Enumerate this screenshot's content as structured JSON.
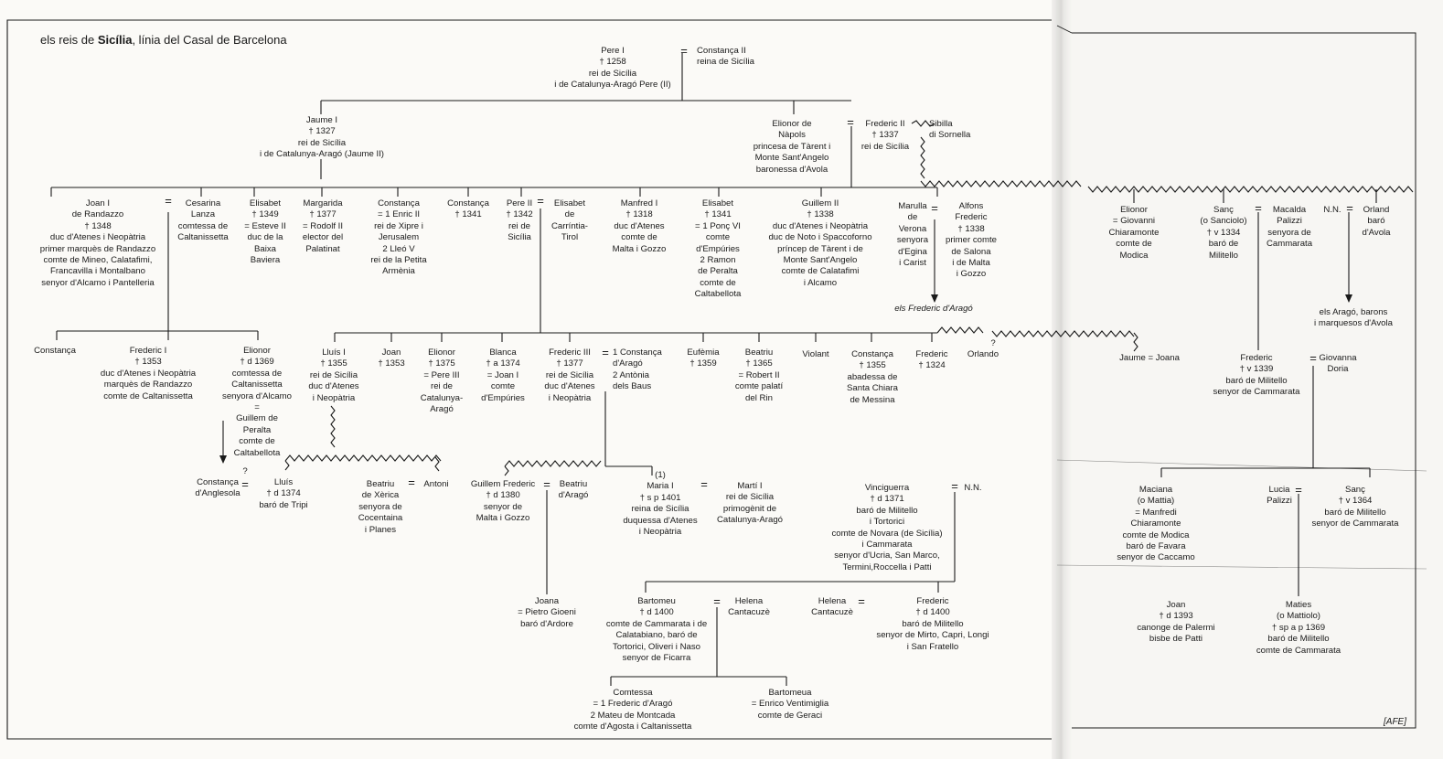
{
  "title": {
    "prefix": "els reis de ",
    "bold": "Sicília",
    "suffix": ", línia del Casal de Barcelona"
  },
  "credit": "[AFE]",
  "nodes": {
    "pere1": "Pere I\n† 1258\nrei de Sicília\ni de Catalunya-Aragó Pere (II)",
    "constanca2": "Constança II\nreina de Sicília",
    "jaume1": "Jaume I\n† 1327\nrei de Sicília\ni de Catalunya-Aragó (Jaume II)",
    "elionor_napols": "Elionor de\nNàpols\nprincesa de Tàrent i\nMonte Sant'Angelo\nbaronessa d'Avola",
    "frederic2": "Frederic II\n† 1337\nrei de Sicília",
    "sibilla": "Sibilla\ndi Sornella",
    "joan1": "Joan I\nde Randazzo\n† 1348\nduc d'Atenes i Neopàtria\nprimer marquès de Randazzo\ncomte de Mineo, Calatafimi,\nFrancavilla i Montalbano\nsenyor d'Alcamo i Pantelleria",
    "cesarina": "Cesarina\nLanza\ncomtessa de\nCaltanissetta",
    "elisabet1349": "Elisabet\n† 1349\n= Esteve II\nduc de la\nBaixa\nBaviera",
    "margarida": "Margarida\n† 1377\n= Rodolf II\nelector del\nPalatinat",
    "constanca_xipre": "Constança\n= 1 Enric II\nrei de Xipre i\nJerusalem\n2 Lleó V\nrei de la Petita\nArmènia",
    "constanca1341": "Constança\n† 1341",
    "pere2": "Pere II\n† 1342\nrei de\nSicília",
    "elisabet_carintia": "Elisabet\nde\nCarríntia-\nTirol",
    "manfred": "Manfred I\n† 1318\nduc d'Atenes\ncomte de\nMalta i Gozzo",
    "elisabet1341": "Elisabet\n† 1341\n= 1 Ponç VI\ncomte\nd'Empúries\n2 Ramon\nde Peralta\ncomte de\nCaltabellota",
    "guillem2": "Guillem II\n† 1338\nduc d'Atenes i Neopàtria\nduc de Noto i Spaccoforno\npríncep de Tàrent i de\nMonte Sant'Angelo\ncomte de Calatafimi\ni Alcamo",
    "marulla": "Marulla\nde\nVerona\nsenyora\nd'Egina\ni Carist",
    "alfons": "Alfons\nFrederic\n† 1338\nprimer comte\nde Salona\ni de Malta\ni Gozzo",
    "els_frederic": "els Frederic d'Aragó",
    "elionor_giovanni": "Elionor\n= Giovanni\nChiaramonte\ncomte de\nModica",
    "sanc1334": "Sanç\n(o Sanciolo)\n† v 1334\nbaró de\nMilitello",
    "macalda": "Macalda\nPalizzi\nsenyora de\nCammarata",
    "nn_top": "N.N.",
    "orland": "Orland\nbaró\nd'Avola",
    "avola": "els Aragó, barons\ni marquesos d'Avola",
    "constanca_a": "Constança",
    "frederic1": "Frederic I\n† 1353\nduc d'Atenes i Neopàtria\nmarquès de Randazzo\ncomte de Caltanissetta",
    "elionor1369": "Elionor\n† d 1369\ncomtessa de\nCaltanissetta\nsenyora d'Alcamo\n=\nGuillem de\nPeralta\ncomte de\nCaltabellota",
    "lluis1": "Lluís I\n† 1355\nrei de Sicília\nduc d'Atenes\ni Neopàtria",
    "joan1353": "Joan\n† 1353",
    "elionor1375": "Elionor\n† 1375\n= Pere III\nrei de\nCatalunya-\nAragó",
    "blanca": "Blanca\n† a 1374\n= Joan I\ncomte\nd'Empúries",
    "frederic3": "Frederic III\n† 1377\nrei de Sicília\nduc d'Atenes\ni Neopàtria",
    "constanca_antonia": "1 Constança\nd'Aragó\n2 Antònia\ndels Baus",
    "eufemia": "Eufèmia\n† 1359",
    "beatriu1365": "Beatriu\n† 1365\n= Robert II\ncomte palatí\ndel Rin",
    "violant": "Violant",
    "constanca1355": "Constança\n† 1355\nabadessa de\nSanta Chiara\nde Messina",
    "frederic1324": "Frederic\n† 1324",
    "orlando": "Orlando",
    "orlando_q": "?",
    "jaume_joana": "Jaume = Joana",
    "frederic1339": "Frederic\n† v 1339\nbaró de Militello\nsenyor de Cammarata",
    "giovanna": "Giovanna\nDoria",
    "constanca_anglesola": "Constança\nd'Anglesola",
    "anglesola_q": "?",
    "lluis1374": "Lluís\n† d 1374\nbaró de Tripi",
    "beatriu_xerica": "Beatriu\nde Xèrica\nsenyora de\nCocentaina\ni Planes",
    "antoni": "Antoni",
    "guillem_frederic": "Guillem Frederic\n† d 1380\nsenyor de\nMalta i Gozzo",
    "beatriu_arago": "Beatriu\nd'Aragó",
    "maria1": "(1)\nMaria I\n† s p 1401\nreina de Sicília\nduquessa d'Atenes\ni Neopàtria",
    "marti1": "Martí I\nrei de Sicília\nprimogènit de\nCatalunya-Aragó",
    "vinciguerra": "Vinciguerra\n† d 1371\nbaró de Militello\ni Tortorici\ncomte de Novara (de Sicília)\ni Cammarata\nsenyor d'Ucria, San Marco,\nTermini,Roccella i Patti",
    "nn_mid": "N.N.",
    "maciana": "Maciana\n(o Mattia)\n= Manfredi\nChiaramonte\ncomte de Modica\nbaró de Favara\nsenyor de Caccamo",
    "lucia": "Lucia\nPalizzi",
    "sanc1364": "Sanç\n† v 1364\nbaró de Militello\nsenyor de Cammarata",
    "joana_gioeni": "Joana\n= Pietro Gioeni\nbaró d'Ardore",
    "bartomeu": "Bartomeu\n† d 1400\ncomte de Cammarata i de\nCalatabiano, baró de\nTortorici, Oliveri i Naso\nsenyor de Ficarra",
    "helena1": "Helena\nCantacuzè",
    "helena2": "Helena\nCantacuzè",
    "frederic1400": "Frederic\n† d 1400\nbaró de Militello\nsenyor de Mirto, Capri, Longi\ni San Fratello",
    "joan1393": "Joan\n† d 1393\ncanonge de Palermi\nbisbe de Patti",
    "maties": "Maties\n(o Mattiolo)\n† sp a p 1369\nbaró de Militello\ncomte de Cammarata",
    "comtessa": "Comtessa\n= 1 Frederic d'Aragó\n2 Mateu de Montcada\ncomte d'Agosta i Caltanissetta",
    "bartomeua": "Bartomeua\n= Enrico Ventimiglia\ncomte de Geraci"
  }
}
